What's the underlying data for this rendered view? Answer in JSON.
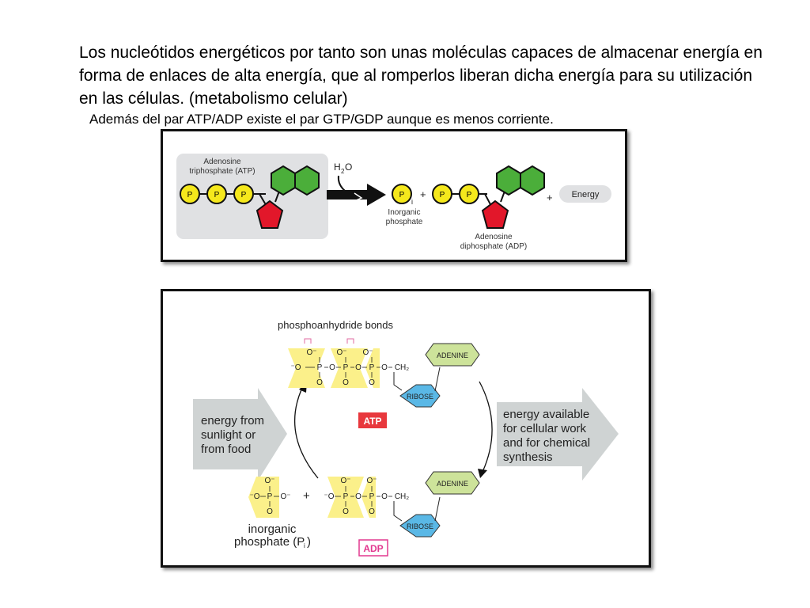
{
  "text": {
    "main": "Los nucleótidos energéticos por tanto son unas moléculas capaces de almacenar energía en forma de enlaces de alta energía, que al romperlos liberan dicha energía para su utilización en las células. (metabolismo celular)",
    "sub": "Además del par ATP/ADP existe el par GTP/GDP aunque es menos corriente."
  },
  "top_diagram": {
    "atp_label_1": "Adenosine",
    "atp_label_2": "triphosphate (ATP)",
    "phosphate_symbol": "P",
    "water": "H",
    "water_sub": "2",
    "water_o": "O",
    "pi_p": "P",
    "pi_sub": "i",
    "plus": "+",
    "inorganic_1": "Inorganic",
    "inorganic_2": "phosphate",
    "adp_label_1": "Adenosine",
    "adp_label_2": "diphosphate (ADP)",
    "energy": "Energy",
    "colors": {
      "phosphate": "#f5e81c",
      "ribose": "#e2172a",
      "base": "#4bae3a",
      "box": "#e0e1e3"
    }
  },
  "bottom_diagram": {
    "bonds_label": "phosphoanhydride bonds",
    "o_minus": "O⁻",
    "o_minus_left": "⁻O",
    "o": "O",
    "p": "P",
    "ch2": "CH₂",
    "adenine": "ADENINE",
    "ribose": "RIBOSE",
    "atp": "ATP",
    "adp": "ADP",
    "energy_in_1": "energy from",
    "energy_in_2": "sunlight or",
    "energy_in_3": "from food",
    "energy_out_1": "energy available",
    "energy_out_2": "for cellular work",
    "energy_out_3": "and for chemical",
    "energy_out_4": "synthesis",
    "plus": "+",
    "pi_1": "inorganic",
    "pi_2": "phosphate (P",
    "pi_sub": "i",
    "pi_close": ")",
    "colors": {
      "phosphate_glow": "#fbf08a",
      "adenine": "#cde39a",
      "ribose": "#5ab8e6",
      "atp_badge": "#e8383d",
      "adp_badge": "#e2388f",
      "arrow": "#cfd3d3"
    }
  }
}
